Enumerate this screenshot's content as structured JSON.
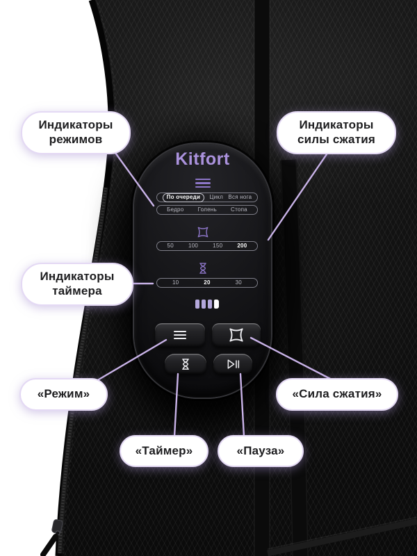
{
  "page": {
    "background_color": "#ffffff"
  },
  "product": {
    "brand": "Kitfort",
    "panel": {
      "mode_indicator_rows": {
        "row1": {
          "items": [
            "По очереди",
            "Цикл",
            "Вся нога"
          ],
          "active": "По очереди"
        },
        "row2": {
          "items": [
            "Бедро",
            "Голень",
            "Стопа"
          ]
        }
      },
      "pressure_indicators": {
        "items": [
          "50",
          "100",
          "150",
          "200"
        ],
        "active": "200"
      },
      "timer_indicators": {
        "items": [
          "10",
          "20",
          "30"
        ],
        "active": "20"
      },
      "led_bars": {
        "total": 4,
        "lavender": 3,
        "white": 1
      },
      "buttons": {
        "mode": {
          "icon": "menu-lines-icon"
        },
        "pressure": {
          "icon": "compression-frame-icon"
        },
        "timer": {
          "icon": "hourglass-icon"
        },
        "pause": {
          "icon": "play-pause-icon"
        }
      }
    }
  },
  "callouts": {
    "mode_indicators": {
      "lines": [
        "Индикаторы",
        "режимов"
      ]
    },
    "pressure_indicators": {
      "lines": [
        "Индикаторы",
        "силы сжатия"
      ]
    },
    "timer_indicators": {
      "lines": [
        "Индикаторы",
        "таймера"
      ]
    },
    "mode_button": {
      "label": "«Режим»"
    },
    "pressure_button": {
      "label": "«Сила сжатия»"
    },
    "timer_button": {
      "label": "«Таймер»"
    },
    "pause_button": {
      "label": "«Пауза»"
    }
  },
  "colors": {
    "brand_lavender": "#ab92dd",
    "panel_icon_purple": "#8d76c8",
    "led_lavender": "#b4a8dc",
    "led_white": "#ffffff",
    "leader_line": "#c9b3e8",
    "callout_border": "#e4d9f4",
    "callout_text": "#1c1c1e",
    "active_label": "#ffffff",
    "inactive_label": "#b9b9c2",
    "fabric_black": "#111111"
  }
}
